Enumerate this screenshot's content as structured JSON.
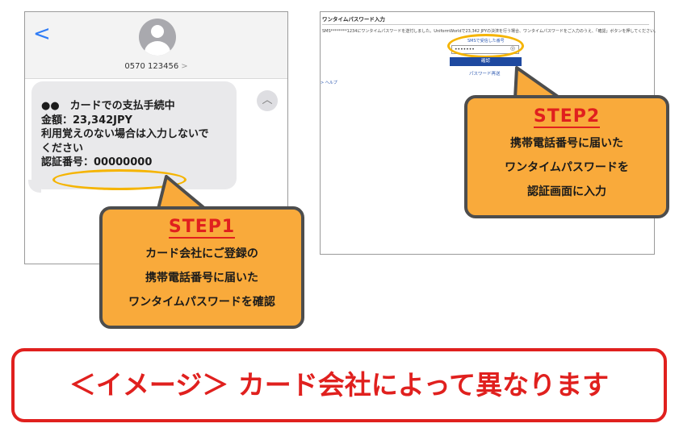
{
  "sms": {
    "sender": "0570 123456",
    "sender_chevron": ">",
    "back_glyph": "<",
    "collapse_glyph": "︿",
    "lines": [
      "●●　カードでの支払手続中",
      "金額：23,342JPY",
      "利用覚えのない場合は入力しないで",
      "ください",
      "認証番号：00000000"
    ]
  },
  "step1": {
    "label": "STEP1",
    "lines": [
      "カード会社にご登録の",
      "携帯電話番号に届いた",
      "ワンタイムパスワードを確認"
    ]
  },
  "web": {
    "title": "ワンタイムパスワード入力",
    "message": "SMS********1234にワンタイムパスワードを送付しました。UniformWorldで23,342 JPYの決済を行う場合、ワンタイムパスワードをご入力のうえ、「確認」ボタンを押してください。",
    "input_label": "SMSで受信した番号",
    "input_value": "•••••••",
    "eye_glyph": "◎",
    "confirm_label": "確認",
    "resend_label": "パスワード再送",
    "help_label": "> ヘルプ"
  },
  "step2": {
    "label": "STEP2",
    "lines": [
      "携帯電話番号に届いた",
      "ワンタイムパスワードを",
      "認証画面に入力"
    ]
  },
  "banner": {
    "text": "＜イメージ＞ カード会社によって異なります"
  },
  "colors": {
    "accent_red": "#e0201e",
    "callout_orange": "#f9aa3b",
    "highlight_yellow": "#f5b400",
    "ios_blue": "#2f7cf6",
    "button_blue": "#1e49a0"
  }
}
